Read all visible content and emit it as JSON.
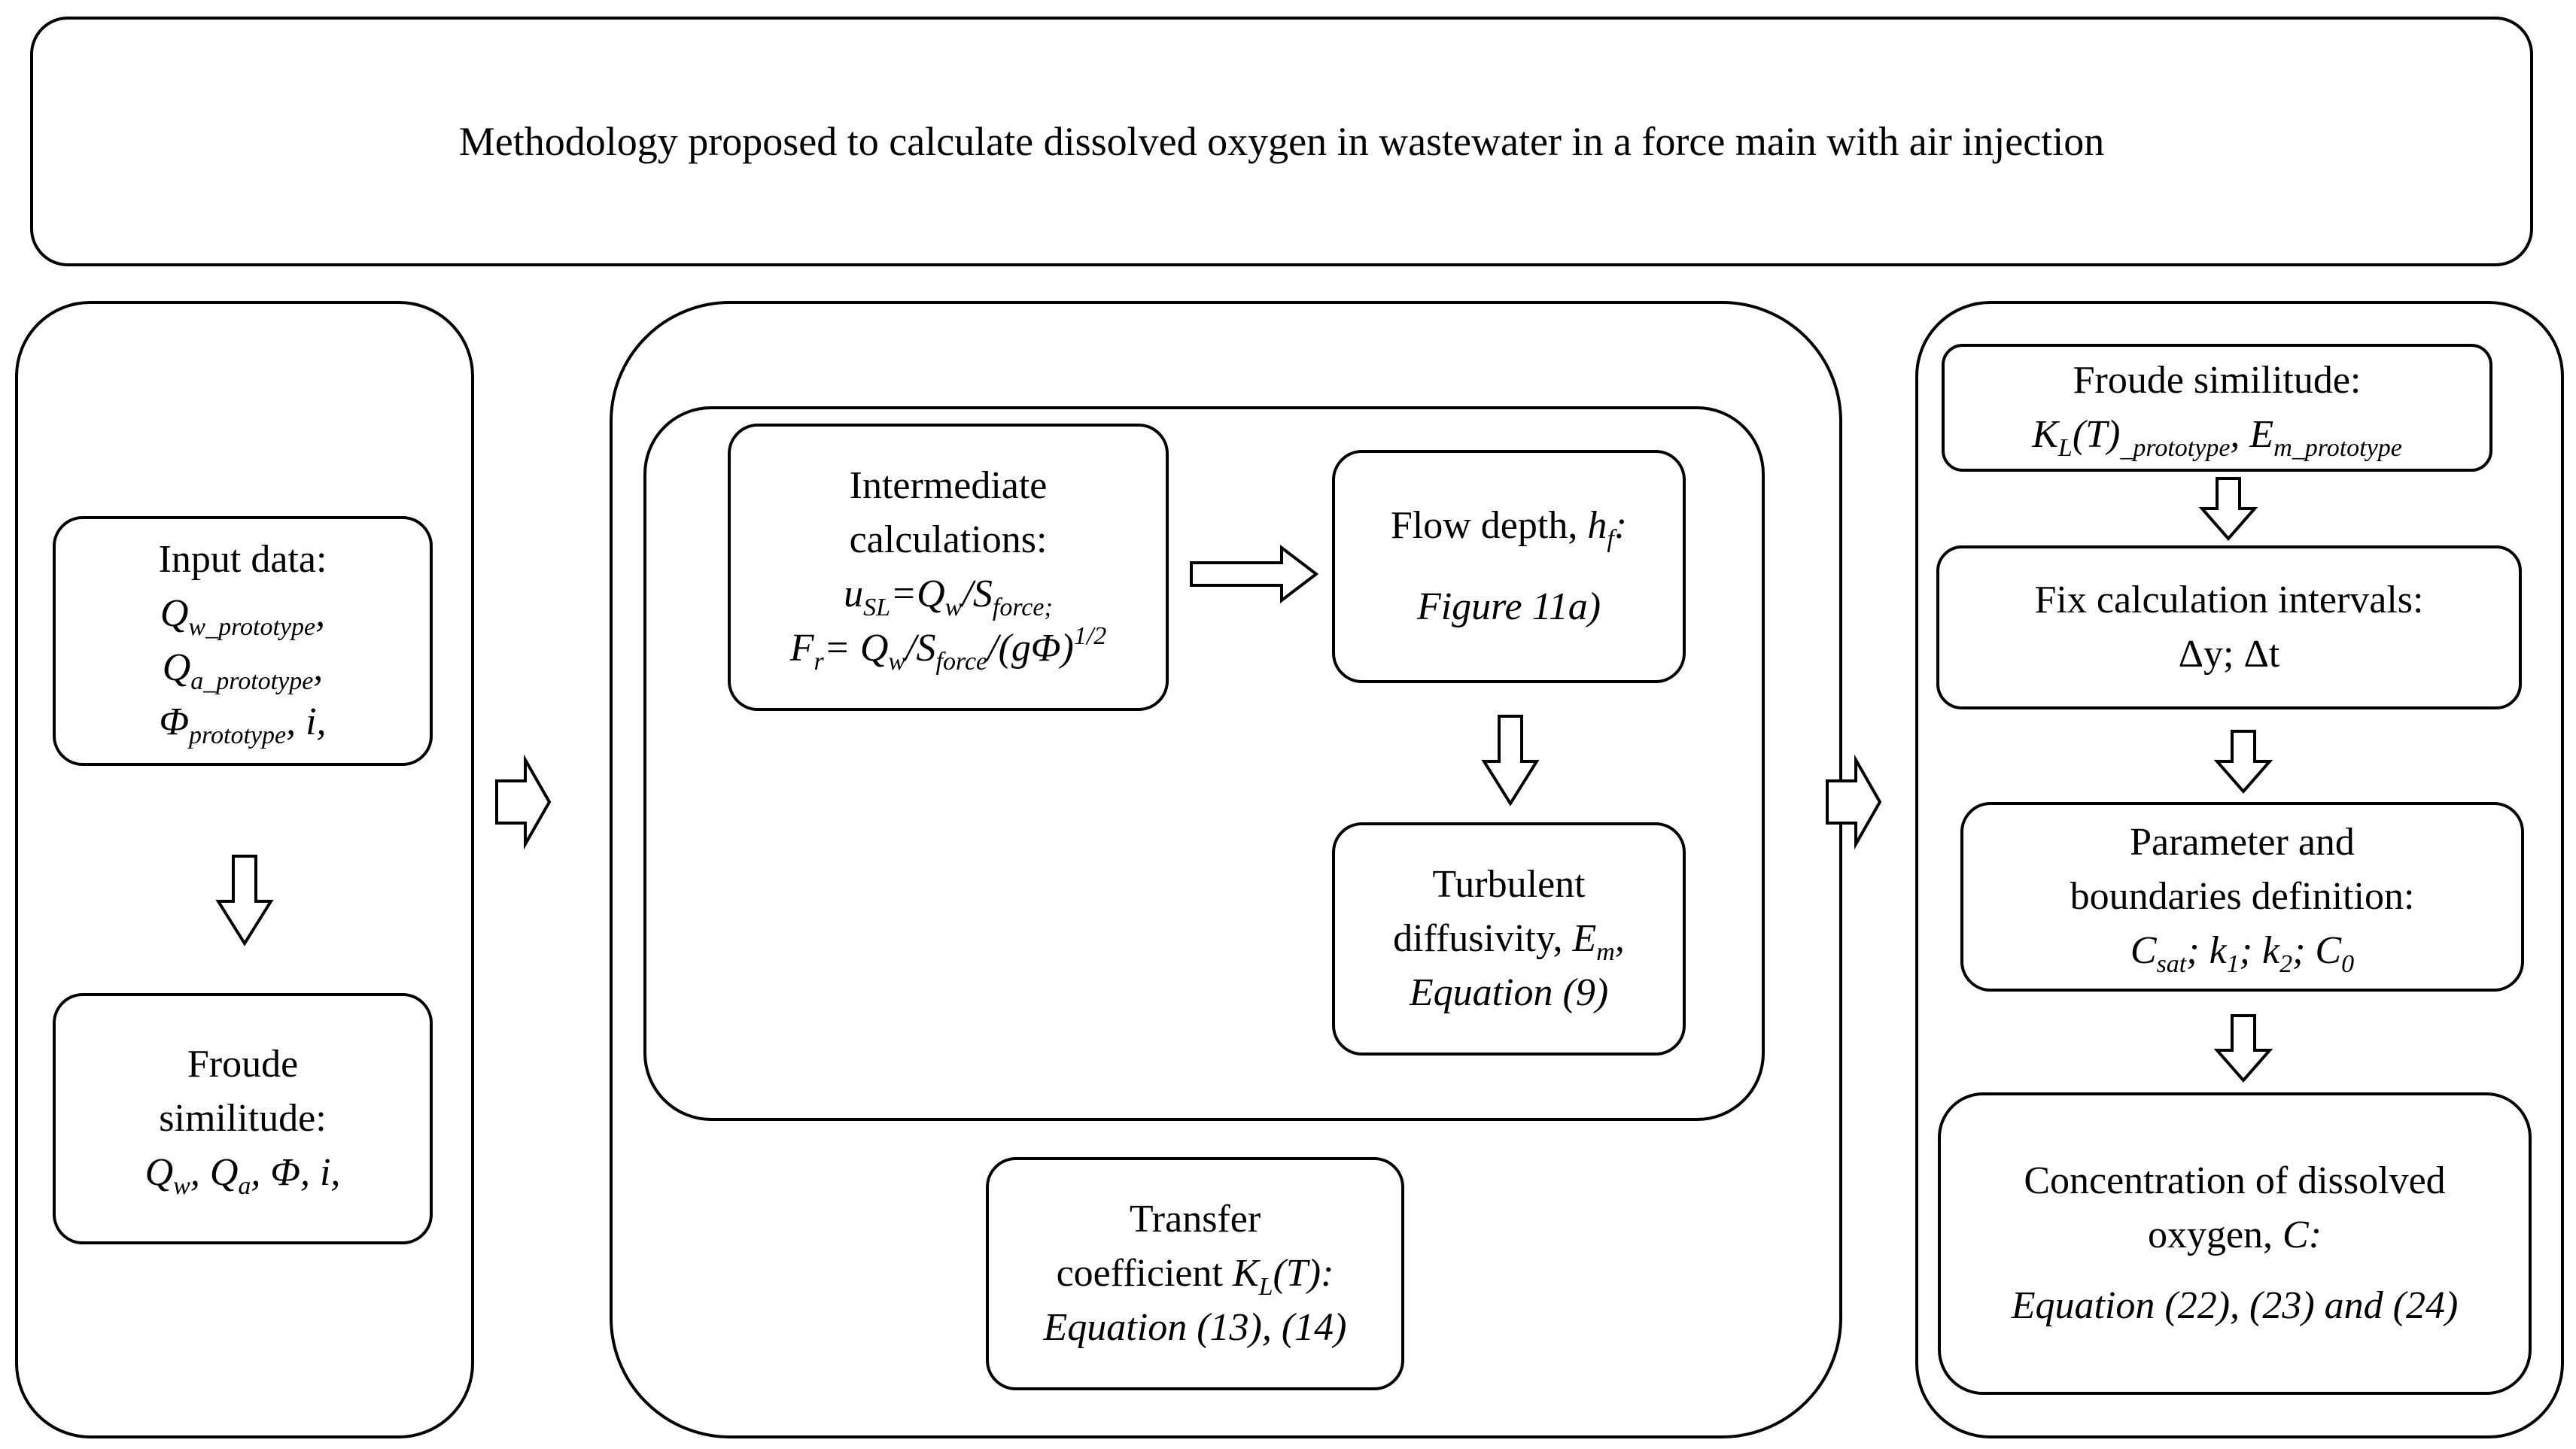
{
  "title": "Methodology proposed to calculate dissolved oxygen in wastewater in a force main with air injection",
  "left": {
    "input": {
      "heading": "Input data:",
      "q": "Q",
      "w_proto": "w_prototype",
      "a_proto": "a_prototype",
      "phi": "Φ",
      "prototype": "prototype",
      "i": "i,",
      "comma": ","
    },
    "froude": {
      "line1": "Froude",
      "line2": "similitude:",
      "q": "Q",
      "w": "w",
      "a": "a",
      "phi": "Φ",
      "i": "i,",
      "comma": ","
    }
  },
  "middle": {
    "intermediate": {
      "line1": "Intermediate",
      "line2": "calculations:",
      "u": "u",
      "sl": "SL",
      "eq1": "=Q",
      "w": "w",
      "slash": "/S",
      "force_semi": "force;",
      "f": "F",
      "r": "r",
      "eq2": "= Q",
      "force": "force",
      "g": "/(gΦ)",
      "half": "1/2"
    },
    "flow_depth": {
      "label": "Flow depth, ",
      "h": "h",
      "f": "f",
      "colon": ":",
      "figure": "Figure 11a)"
    },
    "turbulent": {
      "line1": "Turbulent",
      "line2": "diffusivity, ",
      "e": "E",
      "m": "m",
      "comma": ",",
      "equation": "Equation (9)"
    },
    "transfer": {
      "line1": "Transfer",
      "line2": "coefficient ",
      "k": "K",
      "l": "L",
      "t": "(T):",
      "equation": "Equation (13), (14)"
    }
  },
  "right": {
    "froude": {
      "heading": "Froude similitude:",
      "k": "K",
      "l": "L",
      "t": "(T)",
      "proto": "_prototype",
      "comma": ",",
      "e": "E",
      "m_proto": "m_prototype"
    },
    "fix": {
      "heading": "Fix calculation intervals:",
      "values": "Δy; Δt"
    },
    "parameter": {
      "line1": "Parameter and",
      "line2": "boundaries definition:",
      "c": "C",
      "sat": "sat",
      "k": "k",
      "one": "1",
      "two": "2",
      "zero": "0",
      "sep": "; "
    },
    "concentration": {
      "line1": "Concentration of dissolved",
      "line2": "oxygen, ",
      "c": "C:",
      "equation": "Equation (22),  (23) and (24)"
    }
  }
}
